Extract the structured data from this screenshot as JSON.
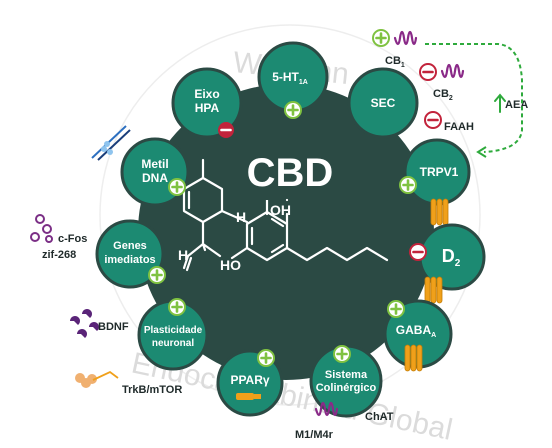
{
  "center": {
    "title": "CBD"
  },
  "molecule": {
    "oh_top": "OH",
    "oh_left": "HO",
    "h_top": "H",
    "h_left": "H"
  },
  "nodes": {
    "eixo_hpa": {
      "l1": "Eixo",
      "l2": "HPA",
      "effect": "minus"
    },
    "ht1a": {
      "base": "5-HT",
      "sub": "1A",
      "effect": "plus"
    },
    "sec": {
      "label": "SEC"
    },
    "trpv1": {
      "label": "TRPV1",
      "effect": "plus"
    },
    "d2": {
      "base": "D",
      "sub": "2",
      "effect": "minus"
    },
    "gaba": {
      "base": "GABA",
      "sub": "A",
      "effect": "plus"
    },
    "colinergico": {
      "l1": "Sistema",
      "l2": "Colinérgico",
      "effect": "plus"
    },
    "ppar": {
      "label": "PPARγ",
      "effect": "plus"
    },
    "plasticidade": {
      "l1": "Plasticidade",
      "l2": "neuronal",
      "effect": "plus"
    },
    "genes": {
      "l1": "Genes",
      "l2": "imediatos",
      "effect": "plus"
    },
    "metil": {
      "l1": "Metil",
      "l2": "DNA",
      "effect": "plus"
    }
  },
  "external": {
    "cb1": {
      "base": "CB",
      "sub": "1"
    },
    "cb2": {
      "base": "CB",
      "sub": "2"
    },
    "faah": "FAAH",
    "aea": "AEA",
    "cfos": "c-Fos",
    "zif": "zif-268",
    "bdnf": "BDNF",
    "trkb": "TrkB/mTOR",
    "chat": "ChAT",
    "m1m4r": "M1/M4r"
  },
  "watermark": {
    "top": "WeCann",
    "bottom": "Endocannabinoid Global"
  },
  "colors": {
    "big_circle": "#2b4a44",
    "node": "#1c8a72",
    "plus": "#7fc241",
    "minus": "#c2233b",
    "receptor": "#8a2a88",
    "channel": "#f0a01a",
    "aea_arrow": "#2eaa3c",
    "purple_dots": "#7b2f86"
  }
}
